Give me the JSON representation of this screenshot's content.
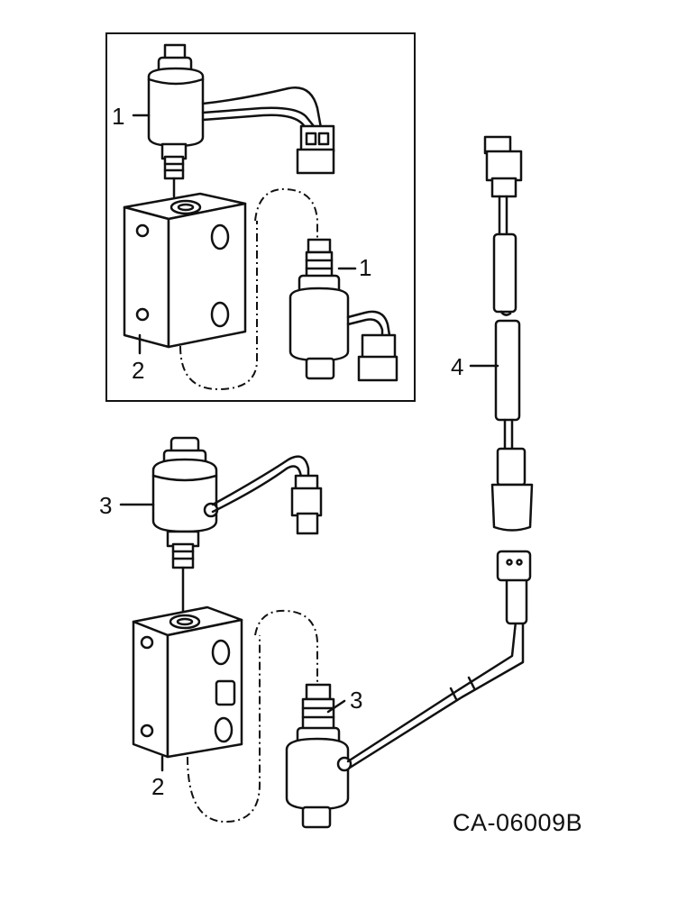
{
  "drawing_code": "CA-06009B",
  "callouts": {
    "top_valve_upper": "1",
    "top_valve_lower": "1",
    "top_block": "2",
    "mid_valve_upper": "3",
    "mid_valve_lower": "3",
    "mid_block": "2",
    "harness": "4"
  }
}
